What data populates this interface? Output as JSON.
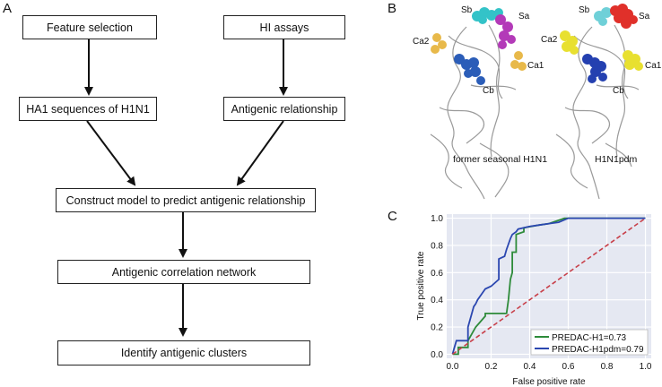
{
  "panels": {
    "a": "A",
    "b": "B",
    "c": "C"
  },
  "flowchart": {
    "feature_selection": "Feature selection",
    "hi_assays": "HI assays",
    "ha1_sequences": "HA1 sequences of H1N1",
    "antigenic_relationship": "Antigenic relationship",
    "construct_model": "Construct model to predict antigenic relationship",
    "correlation_network": "Antigenic correlation network",
    "identify_clusters": "Identify antigenic clusters"
  },
  "structures": [
    {
      "caption": "former seasonal H1N1",
      "sites": {
        "sb": "Sb",
        "sa": "Sa",
        "ca2": "Ca2",
        "ca1": "Ca1",
        "cb": "Cb"
      }
    },
    {
      "caption": "H1N1pdm",
      "sites": {
        "sb": "Sb",
        "sa": "Sa",
        "ca2": "Ca2",
        "ca1": "Ca1",
        "cb": "Cb"
      }
    }
  ],
  "site_colors": {
    "seasonal": {
      "sb": "#33c3c8",
      "sa": "#b33ab8",
      "ca": "#e8b94a",
      "cb": "#2b5db8"
    },
    "pdm": {
      "sb": "#6fd0d8",
      "sa": "#e0302a",
      "ca": "#e8e030",
      "cb": "#2440b0"
    }
  },
  "chart_data": {
    "type": "line",
    "xlabel": "False positive rate",
    "ylabel": "True positive rate",
    "xlim": [
      0,
      1
    ],
    "ylim": [
      0,
      1
    ],
    "xticks": [
      "0.0",
      "0.2",
      "0.4",
      "0.6",
      "0.8",
      "1.0"
    ],
    "yticks": [
      "0.0",
      "0.2",
      "0.4",
      "0.6",
      "0.8",
      "1.0"
    ],
    "grid": true,
    "legend_position": "bottom-right",
    "series": [
      {
        "name": "PREDAC-H1=0.73",
        "color": "#2e8b3a",
        "x": [
          0,
          0.03,
          0.03,
          0.08,
          0.08,
          0.12,
          0.17,
          0.17,
          0.28,
          0.29,
          0.3,
          0.31,
          0.31,
          0.33,
          0.33,
          0.37,
          0.37,
          0.45,
          0.5,
          0.58,
          0.6,
          0.8,
          1.0
        ],
        "y": [
          0,
          0,
          0.05,
          0.05,
          0.1,
          0.2,
          0.28,
          0.3,
          0.3,
          0.4,
          0.55,
          0.6,
          0.75,
          0.75,
          0.88,
          0.9,
          0.93,
          0.95,
          0.96,
          1.0,
          1.0,
          1.0,
          1.0
        ]
      },
      {
        "name": "PREDAC-H1pdm=0.79",
        "color": "#2b47b0",
        "x": [
          0,
          0.01,
          0.02,
          0.08,
          0.08,
          0.1,
          0.11,
          0.12,
          0.13,
          0.15,
          0.17,
          0.2,
          0.24,
          0.24,
          0.27,
          0.28,
          0.3,
          0.31,
          0.33,
          0.34,
          0.37,
          0.4,
          0.45,
          0.5,
          0.55,
          0.6,
          0.7,
          1.0
        ],
        "y": [
          0,
          0.05,
          0.1,
          0.1,
          0.2,
          0.3,
          0.35,
          0.37,
          0.4,
          0.44,
          0.48,
          0.5,
          0.55,
          0.7,
          0.72,
          0.77,
          0.85,
          0.88,
          0.9,
          0.92,
          0.93,
          0.94,
          0.95,
          0.96,
          0.97,
          1.0,
          1.0,
          1.0
        ]
      },
      {
        "name": "",
        "color": "#c8404a",
        "dashed": true,
        "x": [
          0,
          1
        ],
        "y": [
          0,
          1
        ]
      }
    ]
  }
}
